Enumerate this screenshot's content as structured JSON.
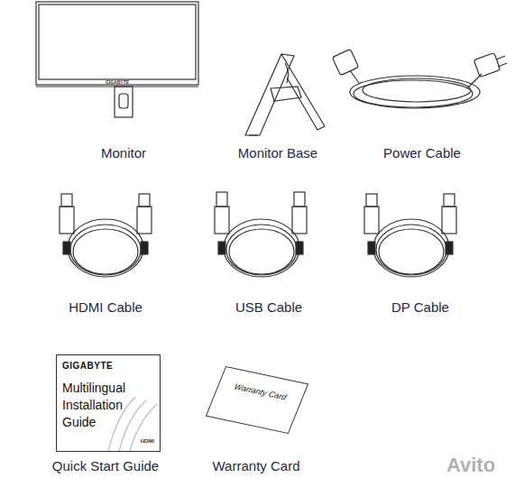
{
  "diagram": {
    "nodes": [
      {
        "text": [
          "GIGABYTE",
          "Multilingual Installation Guide",
          "HDMI"
        ]
      },
      {
        "text": [
          "Warranty Card"
        ]
      }
    ],
    "labels": [
      "Monitor",
      "Monitor Base",
      "Power Cable",
      "HDMI Cable",
      "USB Cable",
      "DP Cable",
      "Quick Start Guide",
      "Warranty Card",
      "GIGABYTE",
      "Avito"
    ]
  }
}
